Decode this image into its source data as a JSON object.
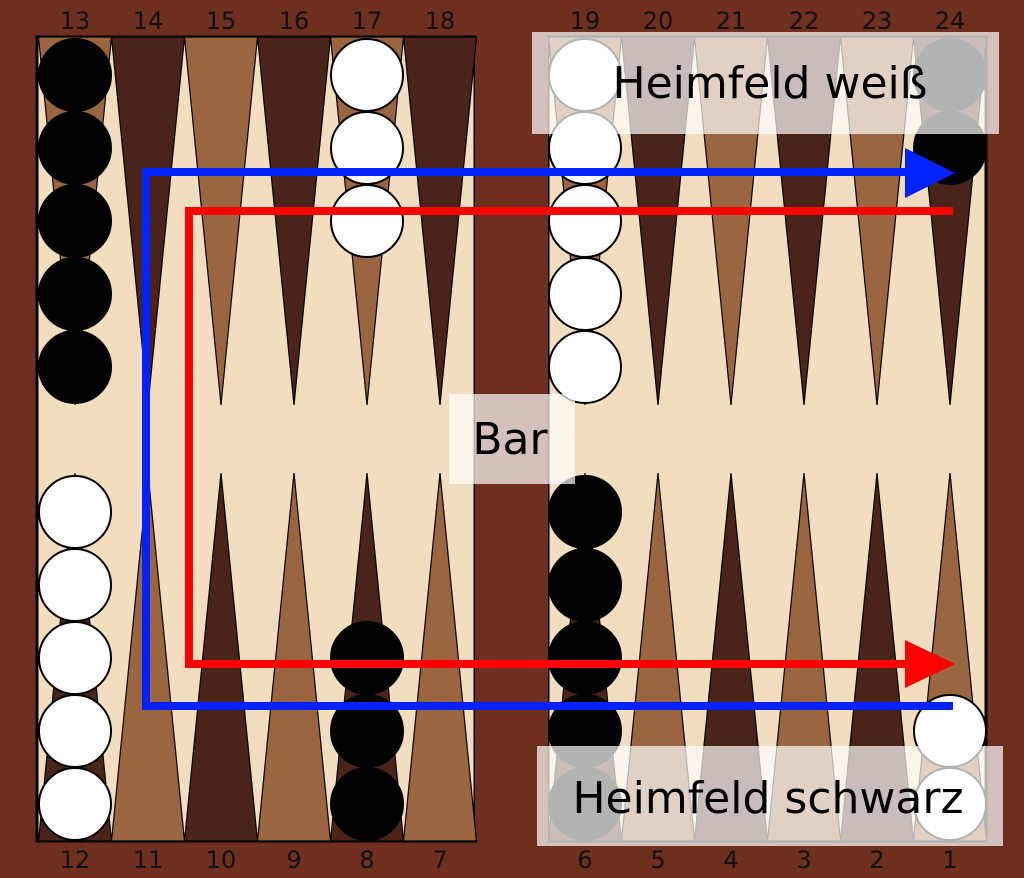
{
  "colors": {
    "frame": "#6f2f1e",
    "field": "#f2ddbf",
    "point_dark": "#4a2418",
    "point_light": "#9a653f",
    "checker_white": "#ffffff",
    "checker_black": "#000000",
    "path_white": "#0022ff",
    "path_black": "#ff0000",
    "label_box": "#ffffff"
  },
  "point_numbers_top": [
    "13",
    "14",
    "15",
    "16",
    "17",
    "18",
    "19",
    "20",
    "21",
    "22",
    "23",
    "24"
  ],
  "point_numbers_bottom": [
    "12",
    "11",
    "10",
    "9",
    "8",
    "7",
    "6",
    "5",
    "4",
    "3",
    "2",
    "1"
  ],
  "labels": {
    "bar": "Bar",
    "home_white": "Heimfeld weiß",
    "home_black": "Heimfeld schwarz"
  },
  "checkers": [
    {
      "point": 13,
      "color": "black",
      "count": 5
    },
    {
      "point": 17,
      "color": "white",
      "count": 3
    },
    {
      "point": 19,
      "color": "white",
      "count": 5
    },
    {
      "point": 24,
      "color": "black",
      "count": 2
    },
    {
      "point": 12,
      "color": "white",
      "count": 5
    },
    {
      "point": 8,
      "color": "black",
      "count": 3
    },
    {
      "point": 6,
      "color": "black",
      "count": 5
    },
    {
      "point": 1,
      "color": "white",
      "count": 2
    }
  ],
  "paths": [
    {
      "player": "white",
      "color": "#0022ff",
      "direction": "1 to 24"
    },
    {
      "player": "black",
      "color": "#ff0000",
      "direction": "24 to 1"
    }
  ]
}
